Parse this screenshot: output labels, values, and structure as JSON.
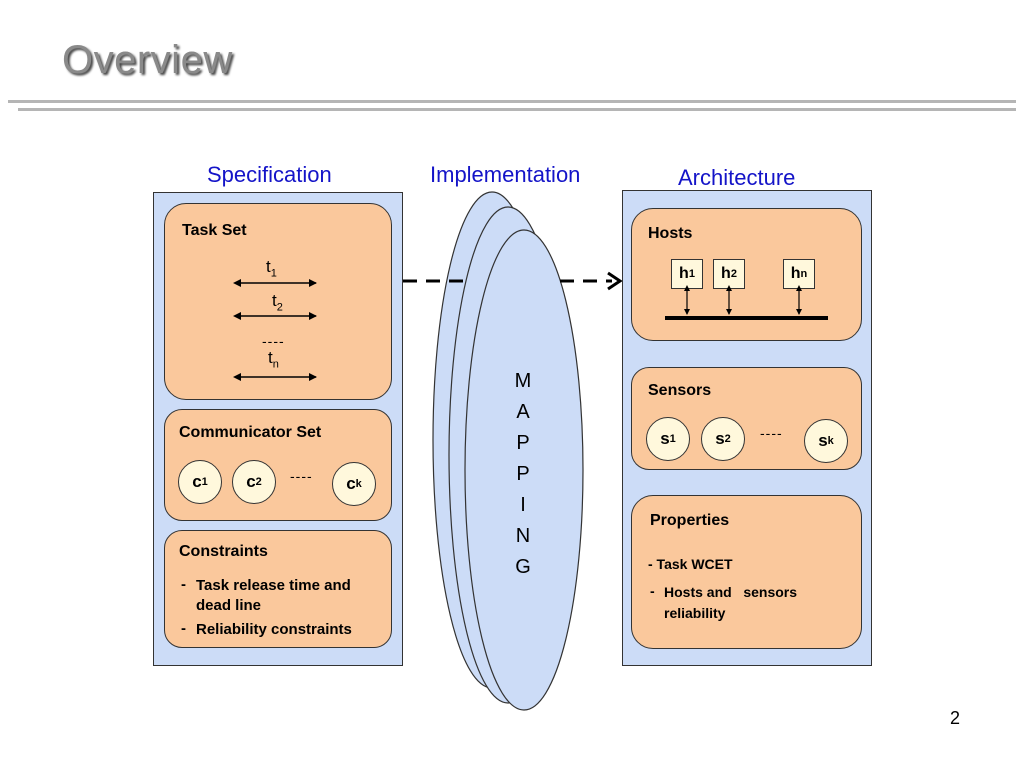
{
  "slide": {
    "title": "Overview",
    "page_number": "2"
  },
  "headings": {
    "specification": "Specification",
    "implementation": "Implementation",
    "architecture": "Architecture"
  },
  "task_set": {
    "title": "Task Set",
    "tasks": [
      {
        "base": "t",
        "sub": "1"
      },
      {
        "base": "t",
        "sub": "2"
      },
      {
        "base": "t",
        "sub": "n"
      }
    ],
    "ellipsis": "----"
  },
  "communicator_set": {
    "title": "Communicator Set",
    "items": [
      {
        "base": "c",
        "sub": "1"
      },
      {
        "base": "c",
        "sub": "2"
      },
      {
        "base": "c",
        "sub": "k"
      }
    ],
    "ellipsis": "----"
  },
  "constraints": {
    "title": "Constraints",
    "items": [
      "Task release time and dead line",
      "Reliability constraints"
    ],
    "bullet": "-"
  },
  "mapping": {
    "letters": [
      "M",
      "A",
      "P",
      "P",
      "I",
      "N",
      "G"
    ]
  },
  "hosts": {
    "title": "Hosts",
    "items": [
      {
        "base": "h",
        "sub": "1"
      },
      {
        "base": "h",
        "sub": "2"
      },
      {
        "base": "h",
        "sub": "n"
      }
    ]
  },
  "sensors": {
    "title": "Sensors",
    "items": [
      {
        "base": "s",
        "sub": "1"
      },
      {
        "base": "s",
        "sub": "2"
      },
      {
        "base": "s",
        "sub": "k"
      }
    ],
    "ellipsis": "----"
  },
  "properties": {
    "title": "Properties",
    "line1": "- Task WCET",
    "line2_bullet": "-",
    "line2a": "Hosts and   sensors",
    "line2b": "reliability"
  },
  "colors": {
    "panel": "#ccdcf7",
    "box": "#fac89c",
    "heading": "#1414c8",
    "node": "#fff8dc"
  }
}
